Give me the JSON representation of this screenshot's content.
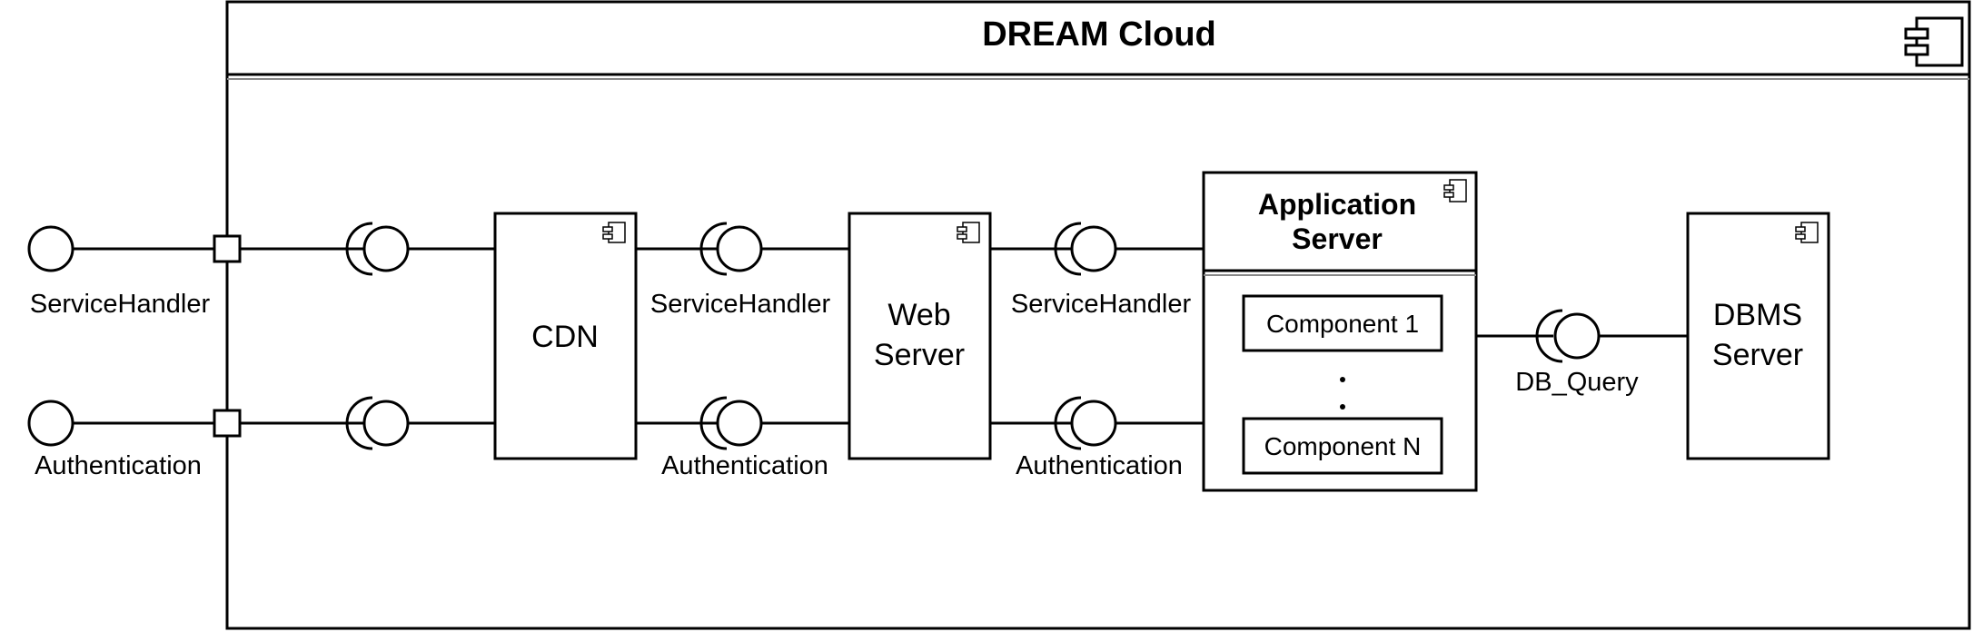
{
  "container": {
    "title": "DREAM Cloud",
    "icon": "component-icon"
  },
  "external_interfaces": [
    "ServiceHandler",
    "Authentication"
  ],
  "components": {
    "cdn": {
      "label": "CDN",
      "icon": "component-icon"
    },
    "web_server": {
      "label_line1": "Web",
      "label_line2": "Server",
      "icon": "component-icon"
    },
    "app_server": {
      "title_line1": "Application",
      "title_line2": "Server",
      "icon": "component-icon",
      "sub_components": [
        "Component 1",
        "Component N"
      ],
      "ellipsis": [
        "·",
        "·"
      ]
    },
    "dbms_server": {
      "label_line1": "DBMS",
      "label_line2": "Server",
      "icon": "component-icon"
    }
  },
  "interface_labels": {
    "cdn_web_top": "ServiceHandler",
    "cdn_web_bottom": "Authentication",
    "web_app_top": "ServiceHandler",
    "web_app_bottom": "Authentication",
    "app_db": "DB_Query"
  }
}
